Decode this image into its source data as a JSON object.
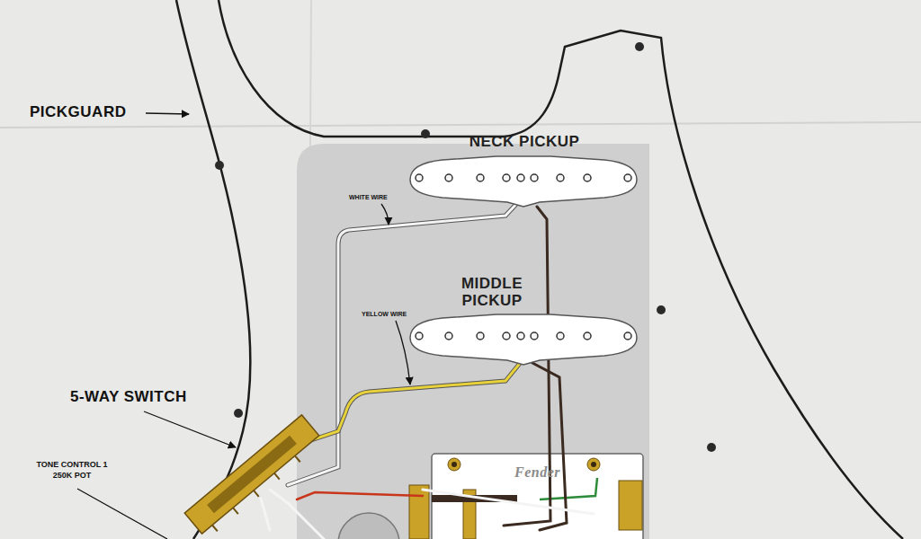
{
  "diagram": {
    "nodes": [
      {
        "text": [
          "NECK PICKUP"
        ]
      },
      {
        "text": [
          "MIDDLE PICKUP"
        ]
      },
      {
        "text": [
          "Fender"
        ]
      }
    ],
    "labels": [
      "PICKGUARD",
      "WHITE WIRE",
      "YELLOW WIRE",
      "5-WAY SWITCH",
      "TONE CONTROL 1 250K POT"
    ]
  }
}
